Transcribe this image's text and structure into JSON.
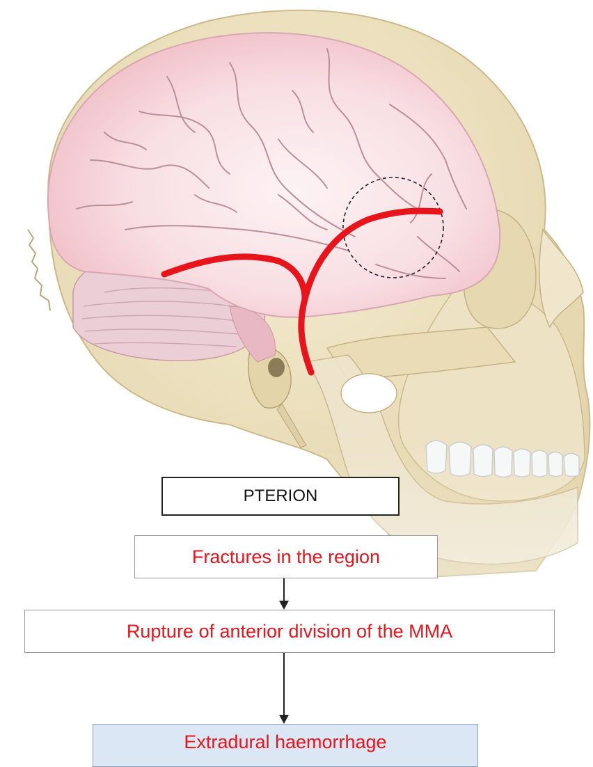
{
  "diagram": {
    "label_box": "PTERION",
    "flow_steps": [
      "Fractures in the region",
      "Rupture of anterior division of the MMA",
      "Extradural haemorrhage"
    ]
  },
  "colors": {
    "step_text": "#e8141c",
    "artery": "#e8141c",
    "bone": "#ece0bd",
    "brain": "#f6c9d0",
    "final_box_fill": "#dbe7f4"
  }
}
